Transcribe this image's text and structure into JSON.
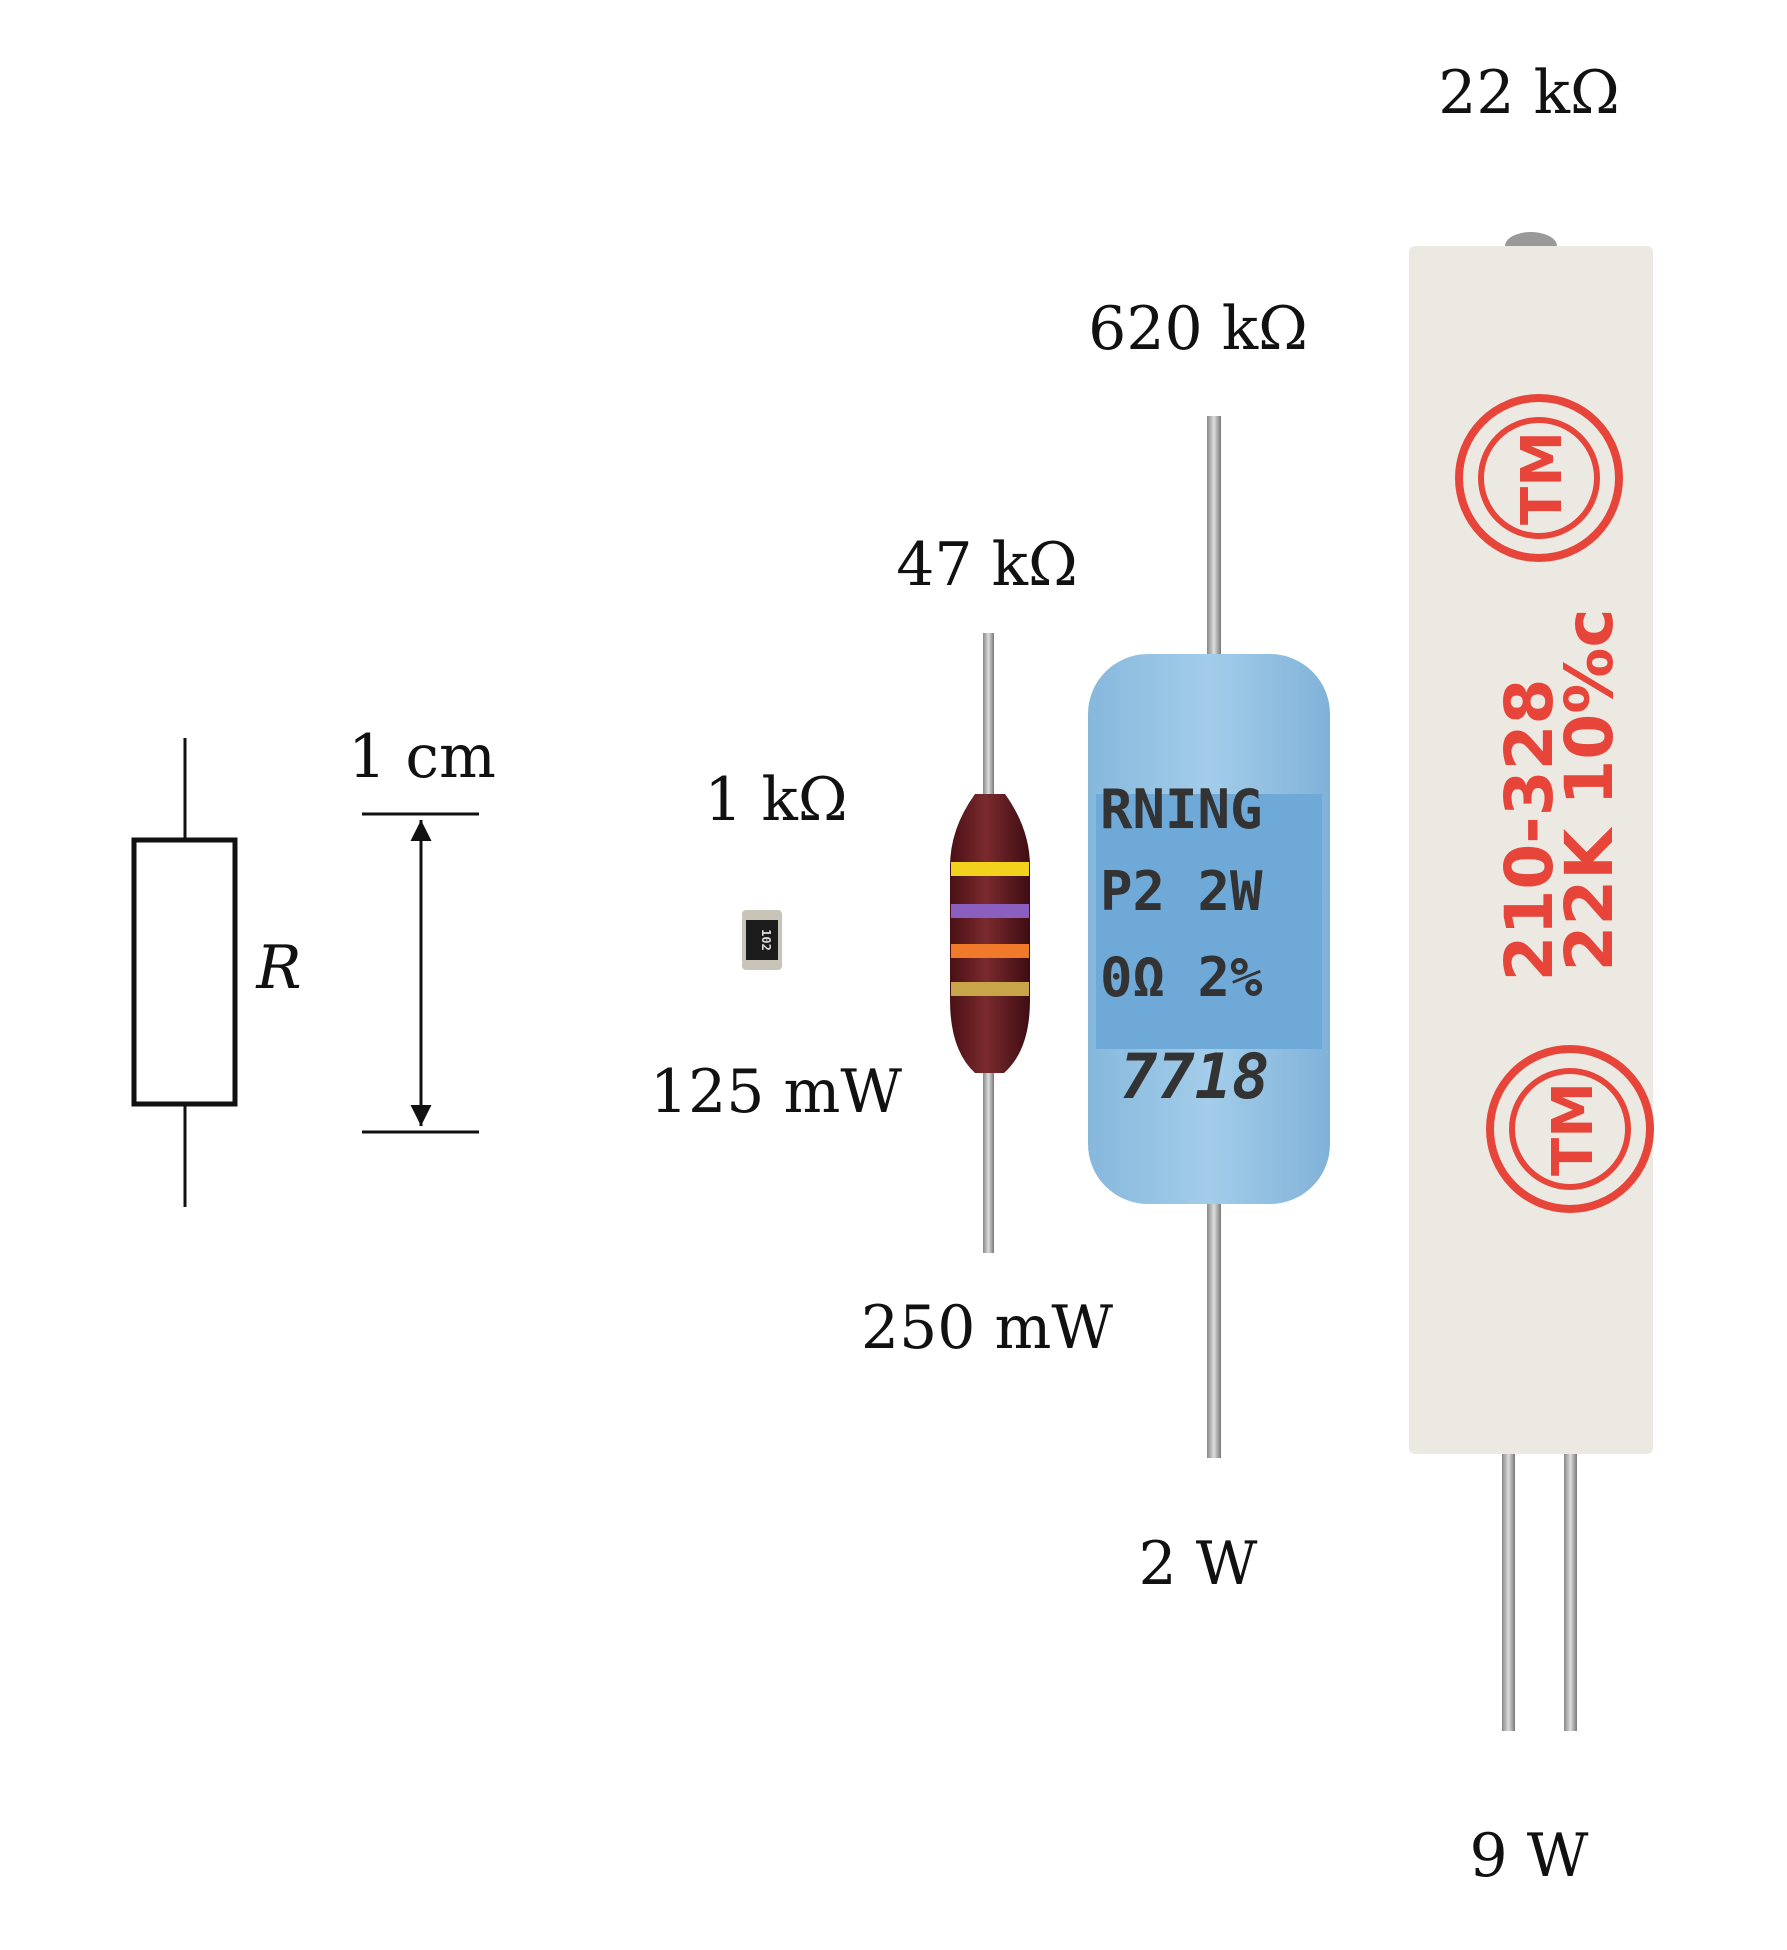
{
  "symbol": {
    "label": "R"
  },
  "scale": {
    "label": "1 cm"
  },
  "resistors": [
    {
      "resistance": "1 kΩ",
      "power": "125 mW",
      "marking": "102"
    },
    {
      "resistance": "47 kΩ",
      "power": "250 mW",
      "bands": [
        "#f2d21c",
        "#8a5fc0",
        "#f07a2a",
        "#c9a54a"
      ]
    },
    {
      "resistance": "620 kΩ",
      "power": "2 W",
      "marking": [
        "RNING",
        "P2  2W",
        "0Ω  2%",
        "7718"
      ]
    },
    {
      "resistance": "22 kΩ",
      "power": "9 W",
      "marking": [
        "210-328",
        "22K 10%c"
      ],
      "logo": "TM"
    }
  ],
  "colors": {
    "body_47k": "#6e1f24",
    "body_2w": "#93c3e4",
    "band_2w": "#6fa9d8",
    "body_9w": "#ebe9e2",
    "print_9w": "#e8453a"
  }
}
